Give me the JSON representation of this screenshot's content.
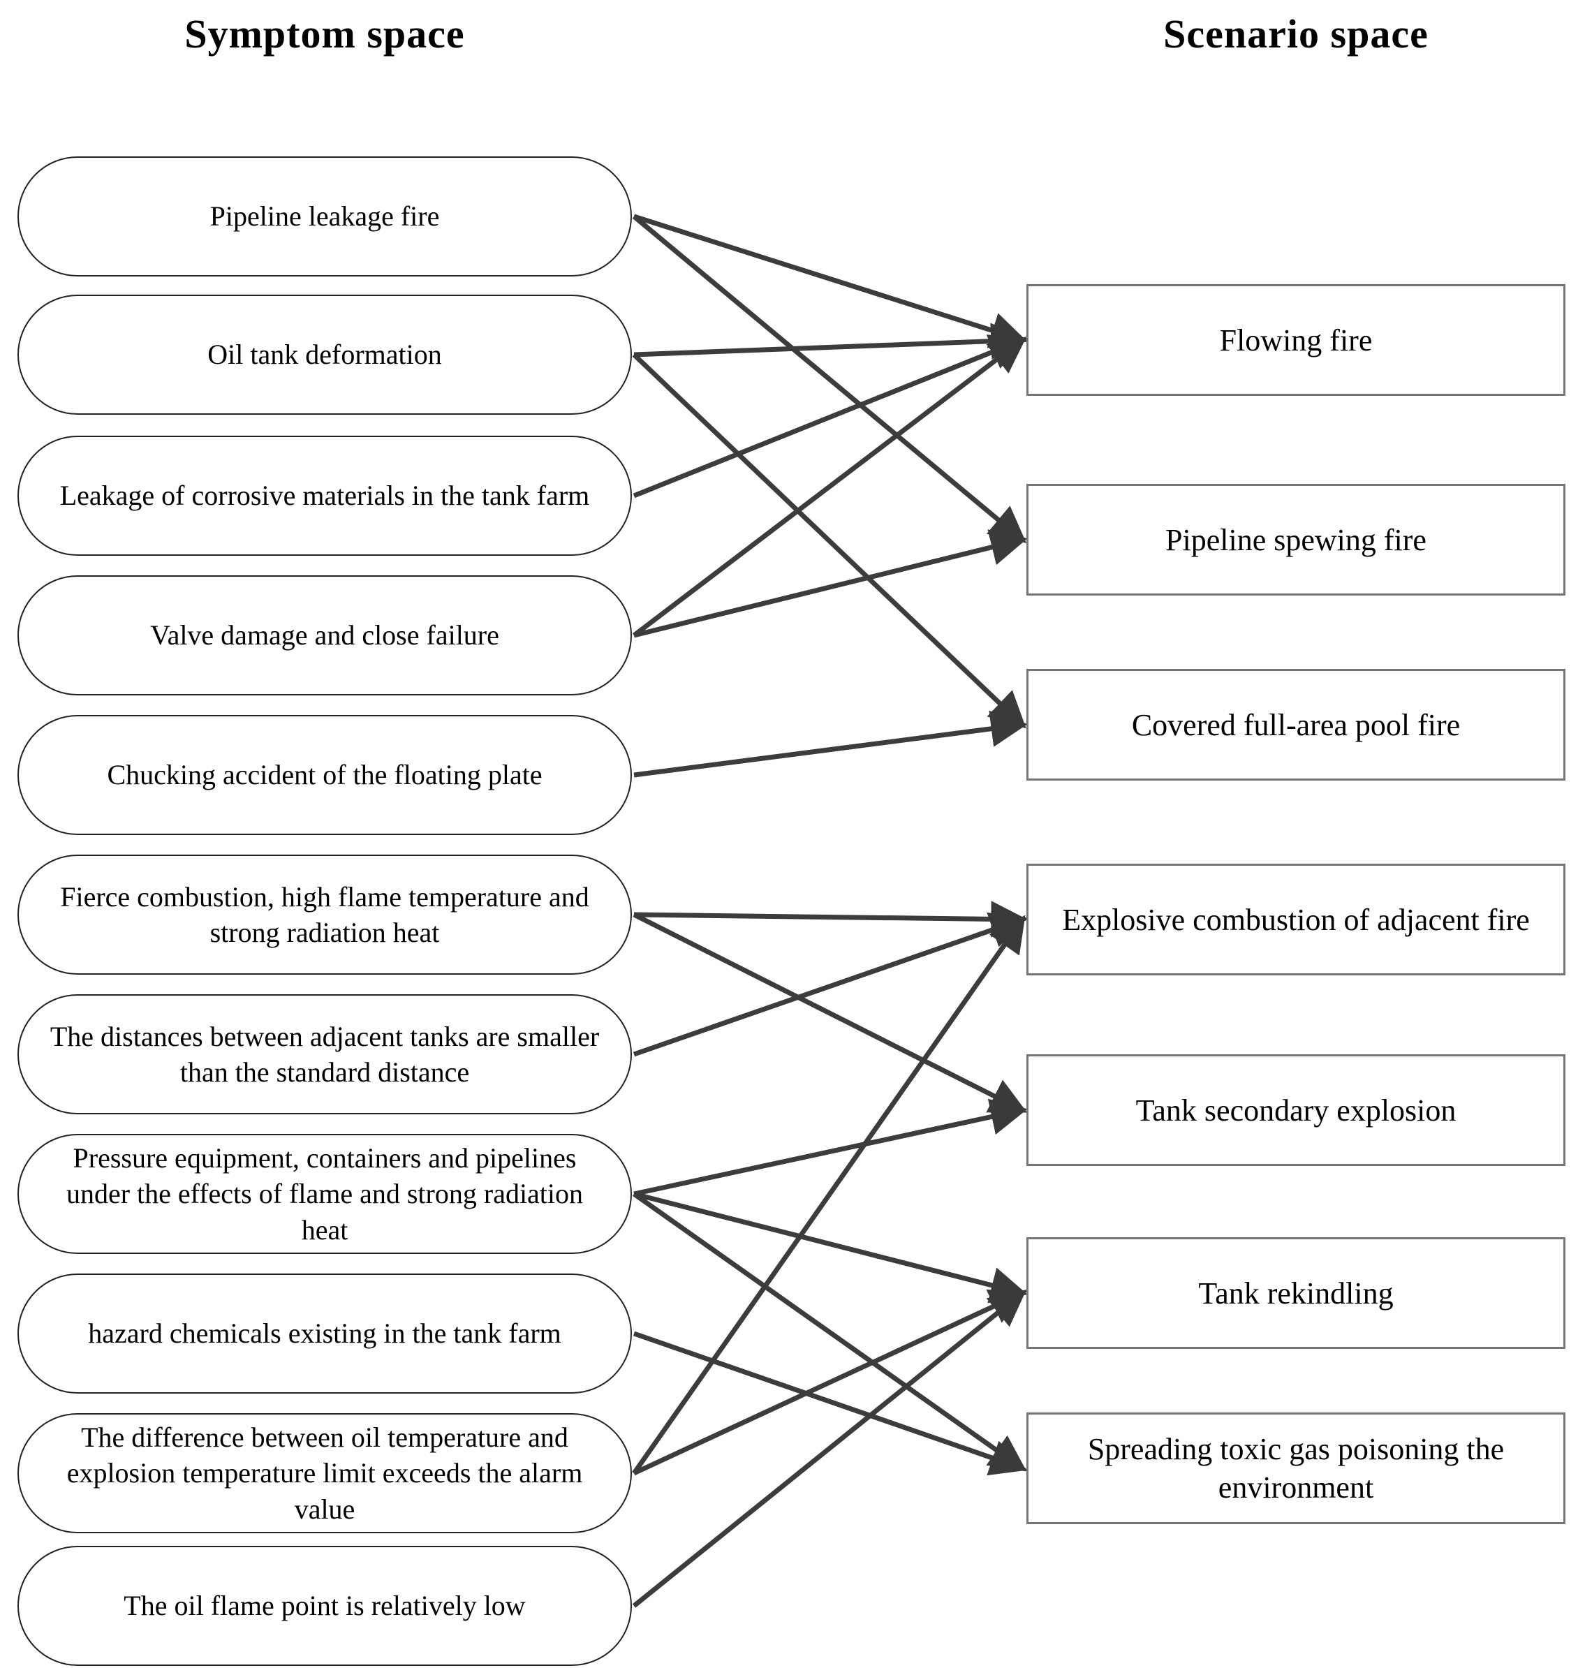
{
  "titles": {
    "left": "Symptom space",
    "right": "Scenario space"
  },
  "symptoms": [
    {
      "id": "s1",
      "label": "Pipeline leakage fire"
    },
    {
      "id": "s2",
      "label": "Oil tank deformation"
    },
    {
      "id": "s3",
      "label": "Leakage of corrosive materials in the tank farm"
    },
    {
      "id": "s4",
      "label": "Valve damage and close failure"
    },
    {
      "id": "s5",
      "label": "Chucking accident of the floating plate"
    },
    {
      "id": "s6",
      "label": "Fierce combustion, high flame temperature and strong radiation heat"
    },
    {
      "id": "s7",
      "label": "The distances between adjacent tanks are smaller than the standard distance"
    },
    {
      "id": "s8",
      "label": "Pressure equipment, containers and pipelines under the effects of flame and strong radiation heat"
    },
    {
      "id": "s9",
      "label": "hazard chemicals existing in the tank farm"
    },
    {
      "id": "s10",
      "label": "The difference between oil temperature and explosion temperature limit exceeds the alarm value"
    },
    {
      "id": "s11",
      "label": "The oil flame point is relatively low"
    }
  ],
  "scenarios": [
    {
      "id": "t1",
      "label": "Flowing fire"
    },
    {
      "id": "t2",
      "label": "Pipeline spewing fire"
    },
    {
      "id": "t3",
      "label": "Covered full-area pool fire"
    },
    {
      "id": "t4",
      "label": "Explosive combustion of adjacent fire"
    },
    {
      "id": "t5",
      "label": "Tank secondary explosion"
    },
    {
      "id": "t6",
      "label": "Tank rekindling"
    },
    {
      "id": "t7",
      "label": "Spreading toxic gas poisoning the environment"
    }
  ],
  "connections": [
    {
      "from": "s1",
      "to": "t1"
    },
    {
      "from": "s1",
      "to": "t2"
    },
    {
      "from": "s2",
      "to": "t1"
    },
    {
      "from": "s2",
      "to": "t3"
    },
    {
      "from": "s3",
      "to": "t1"
    },
    {
      "from": "s4",
      "to": "t1"
    },
    {
      "from": "s4",
      "to": "t2"
    },
    {
      "from": "s5",
      "to": "t3"
    },
    {
      "from": "s6",
      "to": "t4"
    },
    {
      "from": "s6",
      "to": "t5"
    },
    {
      "from": "s7",
      "to": "t4"
    },
    {
      "from": "s8",
      "to": "t5"
    },
    {
      "from": "s8",
      "to": "t6"
    },
    {
      "from": "s8",
      "to": "t7"
    },
    {
      "from": "s9",
      "to": "t7"
    },
    {
      "from": "s10",
      "to": "t4"
    },
    {
      "from": "s10",
      "to": "t6"
    },
    {
      "from": "s11",
      "to": "t6"
    }
  ],
  "colors": {
    "background": "#ffffff",
    "text": "#000000",
    "pill_border": "#222222",
    "box_border": "#757575",
    "arrow": "#3c3c3c",
    "arrowhead": "#3a3a3a"
  }
}
